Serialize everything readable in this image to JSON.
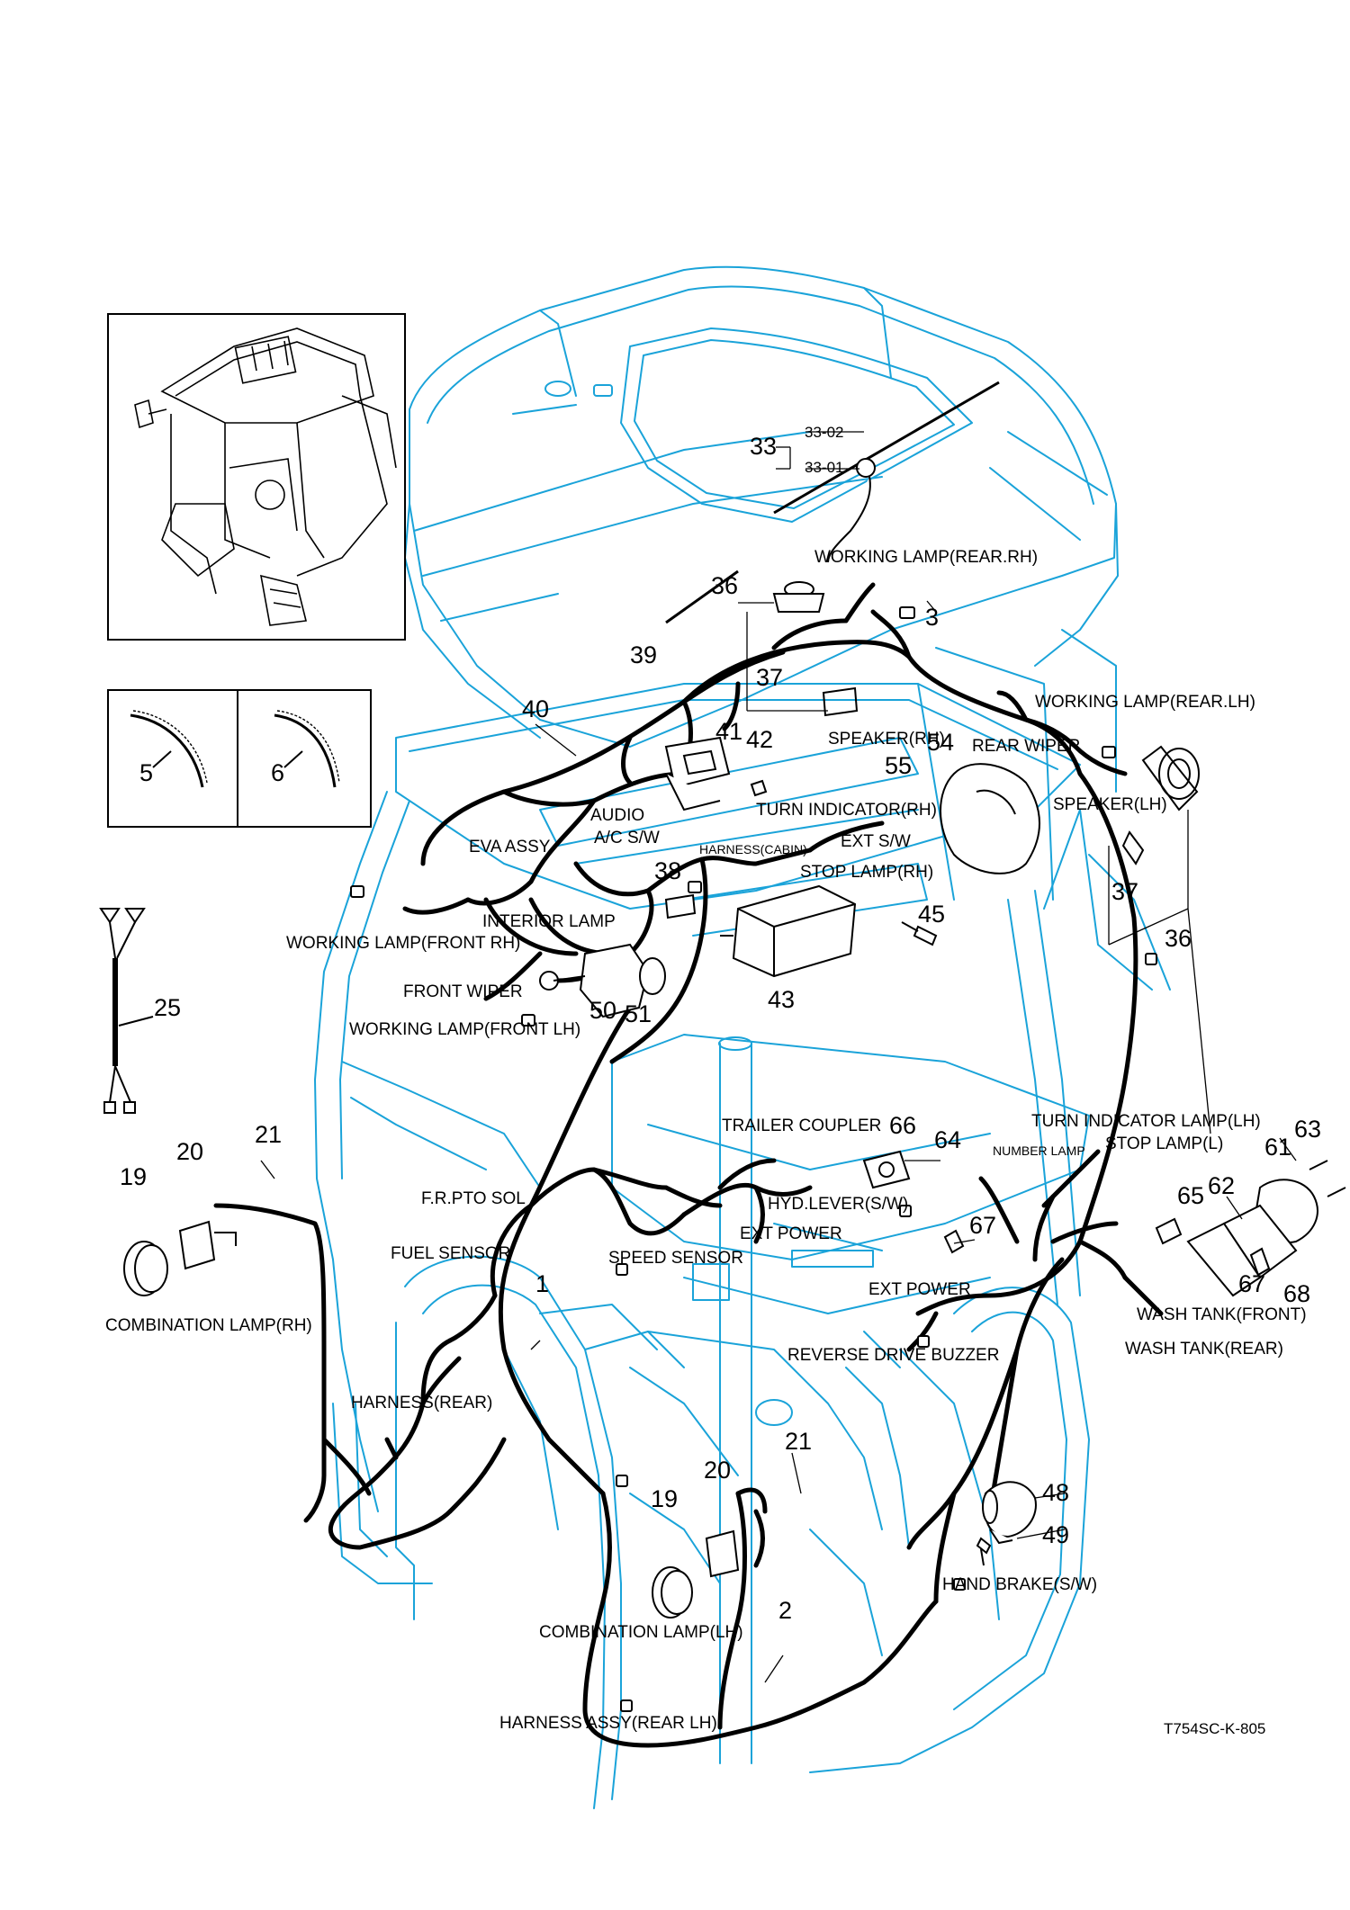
{
  "colors": {
    "body_outline": "#1aa3d9",
    "harness": "#000000",
    "background": "#ffffff"
  },
  "drawing_code": "T754SC-K-805",
  "labels": {
    "working_lamp_rear_rh": "WORKING LAMP(REAR.RH)",
    "working_lamp_rear_lh": "WORKING LAMP(REAR.LH)",
    "speaker_rh": "SPEAKER(RH)",
    "rear_wiper": "REAR WIPER",
    "speaker_lh": "SPEAKER(LH)",
    "audio": "AUDIO",
    "turn_indicator_rh": "TURN INDICATOR(RH)",
    "ac_sw": "A/C S/W",
    "harness_cabin": "HARNESS(CABIN)",
    "ext_sw": "EXT S/W",
    "eva_assy": "EVA ASSY",
    "stop_lamp_rh": "STOP LAMP(RH)",
    "interior_lamp": "INTERIOR LAMP",
    "working_lamp_front_rh": "WORKING LAMP(FRONT RH)",
    "front_wiper": "FRONT WIPER",
    "working_lamp_front_lh": "WORKING LAMP(FRONT LH)",
    "trailer_coupler": "TRAILER COUPLER",
    "turn_indicator_lamp_lh": "TURN INDICATOR LAMP(LH)",
    "number_lamp": "NUMBER LAMP",
    "stop_lamp_l": "STOP LAMP(L)",
    "fr_pto_sol": "F.R.PTO SOL",
    "hyd_lever_sw": "HYD.LEVER(S/W)",
    "ext_power_1": "EXT POWER",
    "fuel_sensor": "FUEL SENSOR",
    "speed_sensor": "SPEED SENSOR",
    "ext_power_2": "EXT POWER",
    "combination_lamp_rh": "COMBINATION LAMP(RH)",
    "wash_tank_front": "WASH TANK(FRONT)",
    "reverse_drive_buzzer": "REVERSE DRIVE BUZZER",
    "wash_tank_rear": "WASH TANK(REAR)",
    "harness_rear": "HARNESS(REAR)",
    "hand_brake_sw": "HAND BRAKE(S/W)",
    "combination_lamp_lh": "COMBINATION LAMP(LH)",
    "harness_assy_rear_lh": "HARNESS ASSY(REAR LH)"
  },
  "part_numbers": {
    "p33": "33",
    "p33_02": "33-02",
    "p33_01": "33-01",
    "p36a": "36",
    "p3": "3",
    "p39": "39",
    "p37a": "37",
    "p40": "40",
    "p41": "41",
    "p42": "42",
    "p54": "54",
    "p55": "55",
    "p38": "38",
    "p37b": "37",
    "p45": "45",
    "p36b": "36",
    "p50": "50",
    "p51": "51",
    "p43": "43",
    "p25": "25",
    "p5": "5",
    "p6": "6",
    "p66": "66",
    "p64": "64",
    "p63": "63",
    "p61": "61",
    "p62": "62",
    "p65": "65",
    "p67a": "67",
    "p67b": "67",
    "p68": "68",
    "p19a": "19",
    "p20a": "20",
    "p21a": "21",
    "p1": "1",
    "p21b": "21",
    "p20b": "20",
    "p19b": "19",
    "p48": "48",
    "p49": "49",
    "p2": "2"
  }
}
